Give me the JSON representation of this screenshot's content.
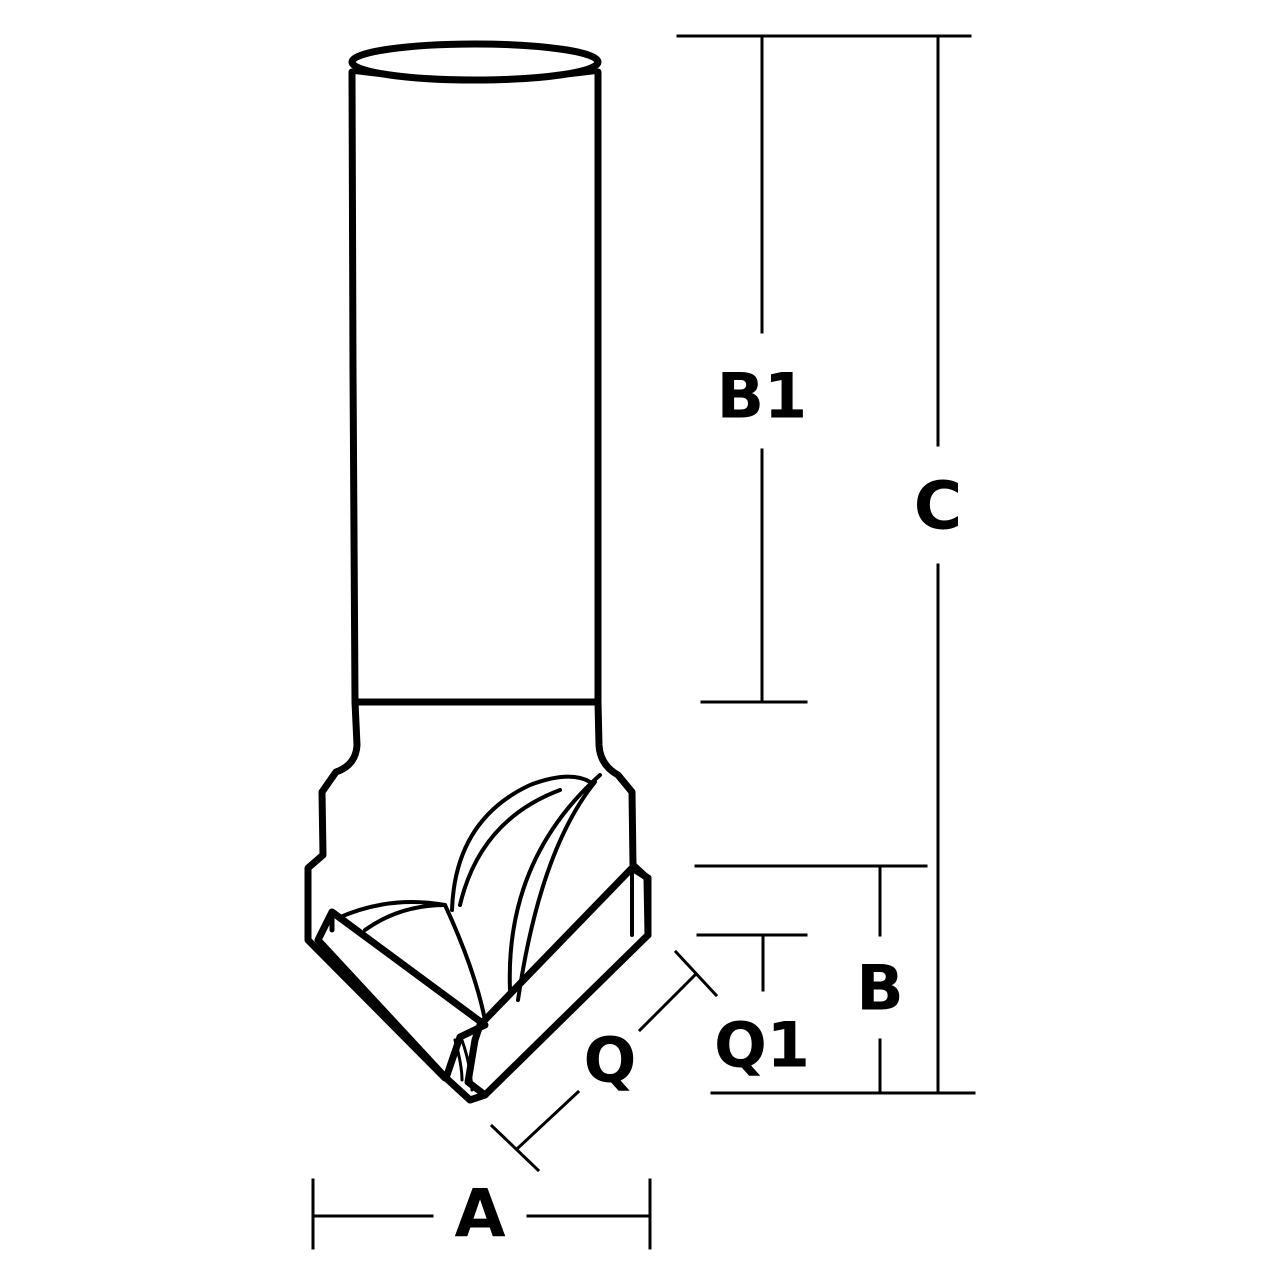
{
  "labels": {
    "b1": "B1",
    "c": "C",
    "b": "B",
    "q1": "Q1",
    "q": "Q",
    "a": "A"
  },
  "colors": {
    "line": "#000000",
    "background": "#ffffff"
  }
}
